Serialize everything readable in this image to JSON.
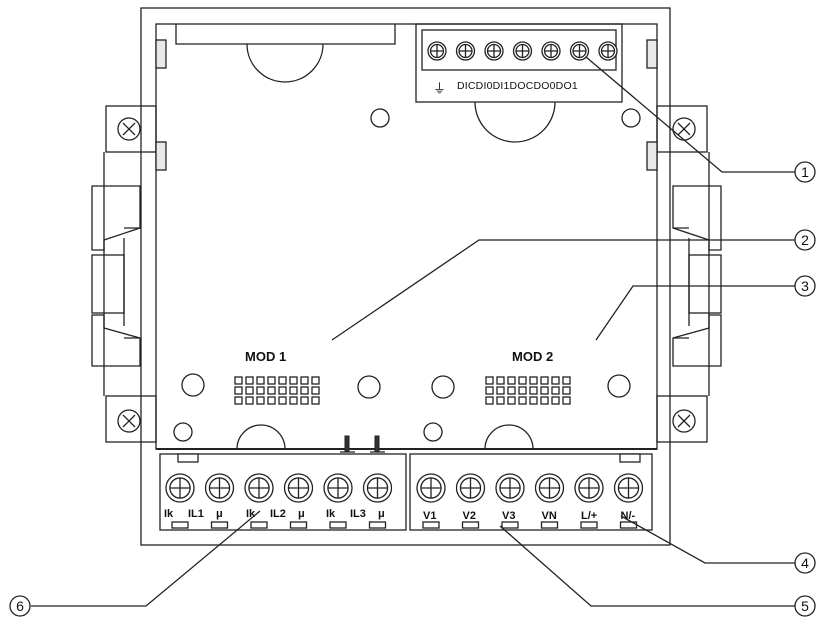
{
  "title": "",
  "top_connector": {
    "terminal_labels": "DICDI0DI1DOCDO0DO1",
    "ground_symbol": "⏚",
    "screw_count": 7
  },
  "modules": {
    "mod1": "MOD 1",
    "mod2": "MOD 2"
  },
  "current_terminals": {
    "labels": [
      "Ik",
      "IL1",
      "μ",
      "Ik",
      "IL2",
      "μ",
      "Ik",
      "IL3",
      "μ"
    ]
  },
  "voltage_terminals": {
    "labels": [
      "V1",
      "V2",
      "V3",
      "VN",
      "L/+",
      "N/-"
    ]
  },
  "callouts": [
    "1",
    "2",
    "3",
    "4",
    "5",
    "6"
  ],
  "icons": {
    "mount_screw": "cross-screw-icon",
    "terminal_screw": "terminal-screw-icon",
    "ground": "ground-icon"
  }
}
